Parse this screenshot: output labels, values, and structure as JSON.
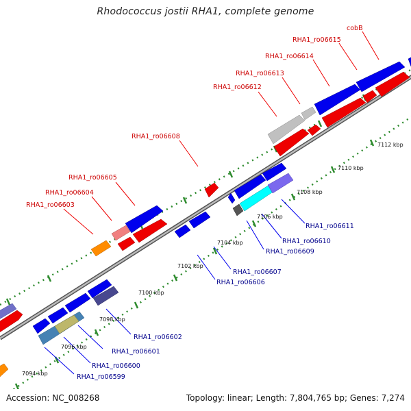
{
  "title": "Rhodococcus jostii RHA1, complete genome",
  "footer": {
    "accession": "Accession: NC_008268",
    "topology": "Topology: linear; Length: 7,804,765 bp; Genes: 7,274"
  },
  "colors": {
    "forward": "#ff0000",
    "reverse": "#0000ee",
    "forward_label": "#cc0000",
    "reverse_label": "#00008b",
    "backbone": "#888888",
    "tick": "#2e8b2e"
  },
  "scale_labels": [
    "7094 kbp",
    "7096 kbp",
    "7098 kbp",
    "7100 kbp",
    "7102 kbp",
    "7104 kbp",
    "7106 kbp",
    "7108 kbp",
    "7110 kbp",
    "7112 kbp"
  ],
  "forward_gene_labels": [
    "RHA1_ro06603",
    "RHA1_ro06604",
    "RHA1_ro06605",
    "RHA1_ro06608",
    "RHA1_ro06612",
    "RHA1_ro06613",
    "RHA1_ro06614",
    "RHA1_ro06615",
    "cobB"
  ],
  "reverse_gene_labels": [
    "RHA1_ro06599",
    "RHA1_ro06600",
    "RHA1_ro06601",
    "RHA1_ro06602",
    "RHA1_ro06606",
    "RHA1_ro06607",
    "RHA1_ro06609",
    "RHA1_ro06610",
    "RHA1_ro06611"
  ]
}
